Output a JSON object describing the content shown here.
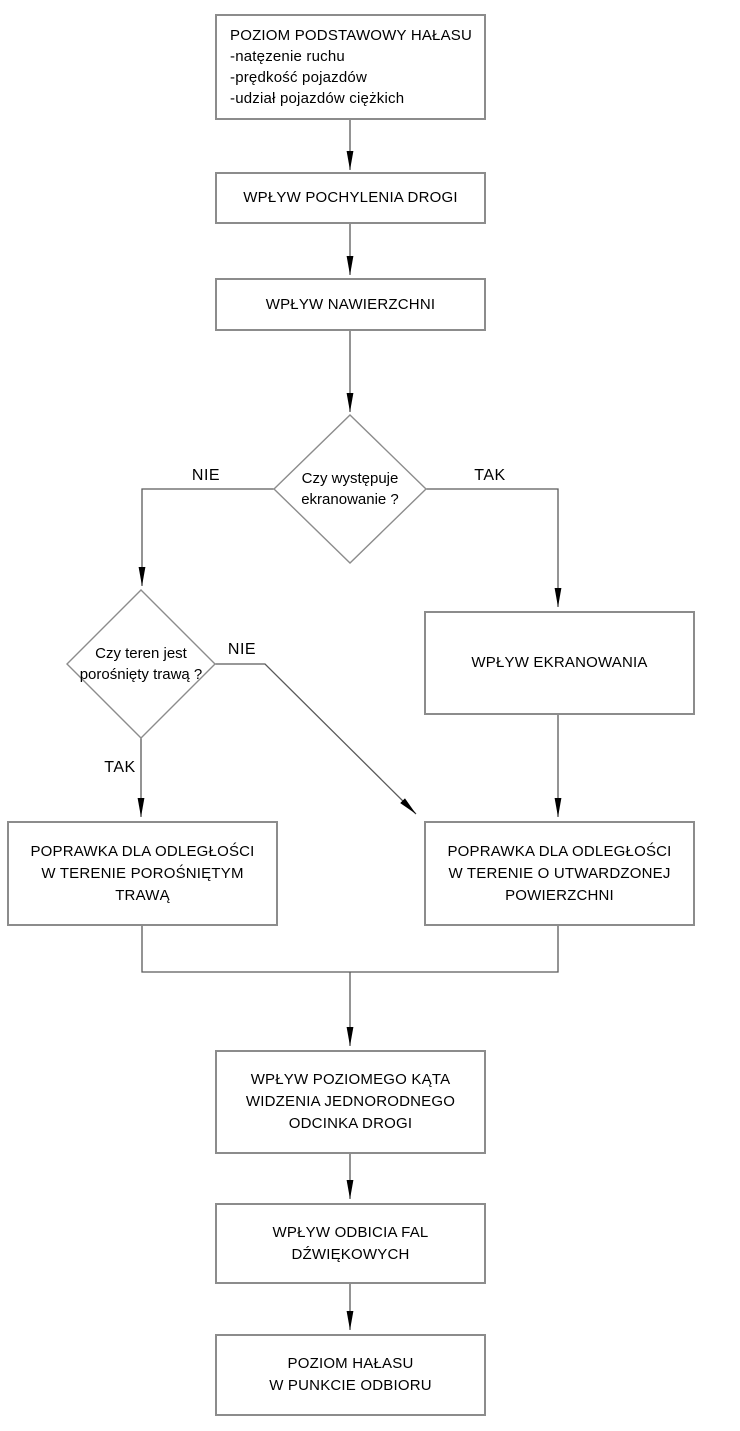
{
  "diagram": {
    "type": "flowchart",
    "language": "Polish",
    "topic": "road traffic noise level calculation procedure",
    "colors": {
      "background": "#ffffff",
      "box_border": "#8c8c8c",
      "connector": "#5a5a5a",
      "arrowhead": "#000000",
      "text": "#000000"
    },
    "nodes": {
      "poziom_podstawowy": {
        "title": "POZIOM PODSTAWOWY HAŁASU",
        "items": [
          "-natęzenie ruchu",
          "-prędkość pojazdów",
          "-udział pojazdów ciężkich"
        ]
      },
      "pochylenie": {
        "label": "WPŁYW POCHYLENIA DROGI"
      },
      "nawierzchnia": {
        "label": "WPŁYW NAWIERZCHNI"
      },
      "ekranowanie_q": {
        "line1": "Czy występuje",
        "line2": "ekranowanie ?"
      },
      "teren_q": {
        "line1": "Czy teren jest",
        "line2": "porośnięty trawą ?"
      },
      "wplyw_ekranowania": {
        "label": "WPŁYW EKRANOWANIA"
      },
      "poprawka_trawa": {
        "line1": "POPRAWKA DLA ODLEGŁOŚCI",
        "line2": "W TERENIE POROŚNIĘTYM",
        "line3": "TRAWĄ"
      },
      "poprawka_utwardzona": {
        "line1": "POPRAWKA DLA ODLEGŁOŚCI",
        "line2": "W TERENIE O UTWARDZONEJ",
        "line3": "POWIERZCHNI"
      },
      "kat_widzenia": {
        "line1": "WPŁYW POZIOMEGO KĄTA",
        "line2": "WIDZENIA JEDNORODNEGO",
        "line3": "ODCINKA DROGI"
      },
      "odbicia_fal": {
        "line1": "WPŁYW ODBICIA FAL",
        "line2": "DŹWIĘKOWYCH"
      },
      "wynik": {
        "line1": "POZIOM HAŁASU",
        "line2": "W PUNKCIE ODBIORU"
      }
    },
    "edge_labels": {
      "ekranowanie_nie": "NIE",
      "ekranowanie_tak": "TAK",
      "teren_nie": "NIE",
      "teren_tak": "TAK"
    }
  }
}
